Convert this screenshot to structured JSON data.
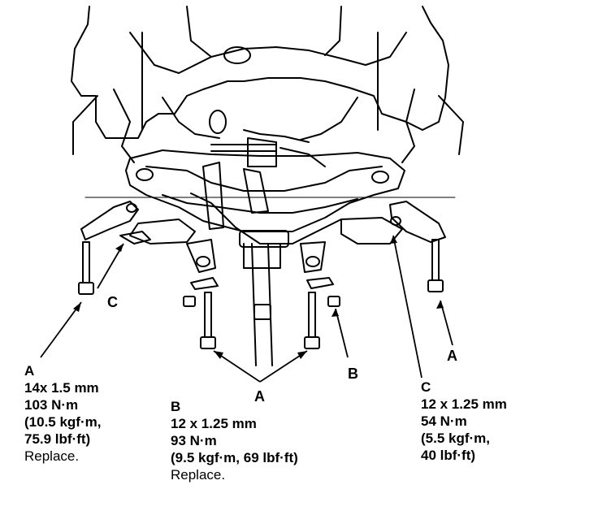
{
  "callouts": {
    "left_bolt": {
      "letter": "A",
      "size": "14x 1.5 mm",
      "torque_nm": "103 N·m",
      "torque_kgf": "(10.5 kgf·m,",
      "torque_lbf": "75.9 lbf·ft)",
      "note": "Replace."
    },
    "center_bolt": {
      "letter": "B",
      "size": "12 x 1.25 mm",
      "torque_nm": "93 N·m",
      "torque_kgf": "(9.5 kgf·m, 69 lbf·ft)",
      "note": "Replace."
    },
    "right_bolt": {
      "letter": "C",
      "size": "12 x 1.25 mm",
      "torque_nm": "54 N·m",
      "torque_kgf": "(5.5 kgf·m,",
      "torque_lbf": "40 lbf·ft)"
    }
  },
  "markers": {
    "c_left": "C",
    "a_center": "A",
    "b_right": "B",
    "a_right": "A"
  },
  "colors": {
    "line": "#000000",
    "background": "#ffffff"
  }
}
